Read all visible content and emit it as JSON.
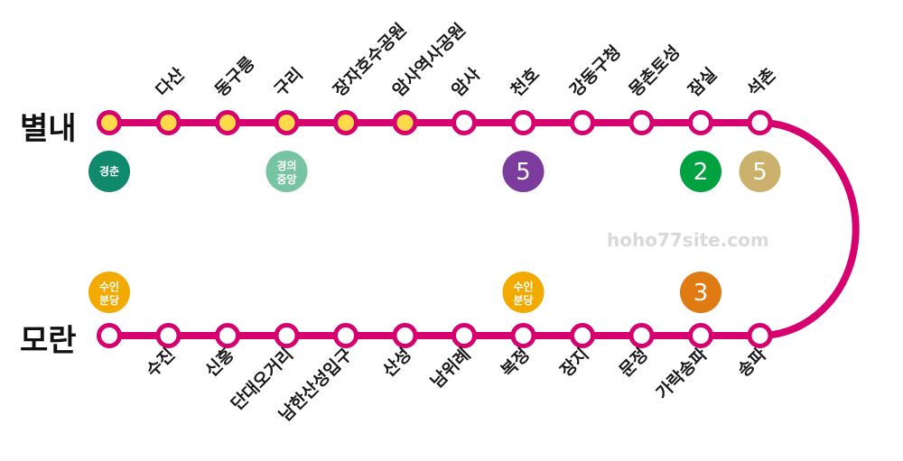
{
  "colors": {
    "line": "#D6006F",
    "station_fill": "#ffffff",
    "station_shared_fill": "#FFD94A",
    "badge_gyeongchun": "#0F8A6C",
    "badge_gyeongui": "#77C4A3",
    "badge_suin": "#F2A900",
    "badge_line5": "#7B3C9E",
    "badge_line2": "#00A23F",
    "badge_line5_gold": "#CBB16C",
    "badge_line3": "#E07A12"
  },
  "terminals": {
    "top": "별내",
    "bottom": "모란"
  },
  "top_stations": [
    {
      "name": "",
      "shared": true
    },
    {
      "name": "다산",
      "shared": true
    },
    {
      "name": "동구릉",
      "shared": true
    },
    {
      "name": "구리",
      "shared": true
    },
    {
      "name": "장자호수공원",
      "shared": true
    },
    {
      "name": "암사역사공원",
      "shared": true
    },
    {
      "name": "암사",
      "shared": false
    },
    {
      "name": "천호",
      "shared": false
    },
    {
      "name": "강동구청",
      "shared": false
    },
    {
      "name": "몽촌토성",
      "shared": false
    },
    {
      "name": "잠실",
      "shared": false
    },
    {
      "name": "석촌",
      "shared": false
    }
  ],
  "bottom_stations": [
    {
      "name": ""
    },
    {
      "name": "수진"
    },
    {
      "name": "신흥"
    },
    {
      "name": "단대오거리"
    },
    {
      "name": "남한산성입구"
    },
    {
      "name": "산성"
    },
    {
      "name": "남위례"
    },
    {
      "name": "복정"
    },
    {
      "name": "장지"
    },
    {
      "name": "문정"
    },
    {
      "name": "가락송파"
    },
    {
      "name": "송파"
    }
  ],
  "top_badges": [
    {
      "station": 0,
      "line1": "경춘",
      "line2": "",
      "color": "badge_gyeongchun",
      "kind": "text"
    },
    {
      "station": 3,
      "line1": "경의",
      "line2": "중앙",
      "color": "badge_gyeongui",
      "kind": "text"
    },
    {
      "station": 7,
      "line1": "5",
      "line2": "",
      "color": "badge_line5",
      "kind": "num"
    },
    {
      "station": 10,
      "line1": "2",
      "line2": "",
      "color": "badge_line2",
      "kind": "num"
    },
    {
      "station": 11,
      "line1": "5",
      "line2": "",
      "color": "badge_line5_gold",
      "kind": "num"
    }
  ],
  "bottom_badges": [
    {
      "station": 0,
      "line1": "수인",
      "line2": "분당",
      "color": "badge_suin",
      "kind": "text"
    },
    {
      "station": 7,
      "line1": "수인",
      "line2": "분당",
      "color": "badge_suin",
      "kind": "text"
    },
    {
      "station": 10,
      "line1": "3",
      "line2": "",
      "color": "badge_line3",
      "kind": "num"
    }
  ],
  "watermark": "hoho77site.com"
}
